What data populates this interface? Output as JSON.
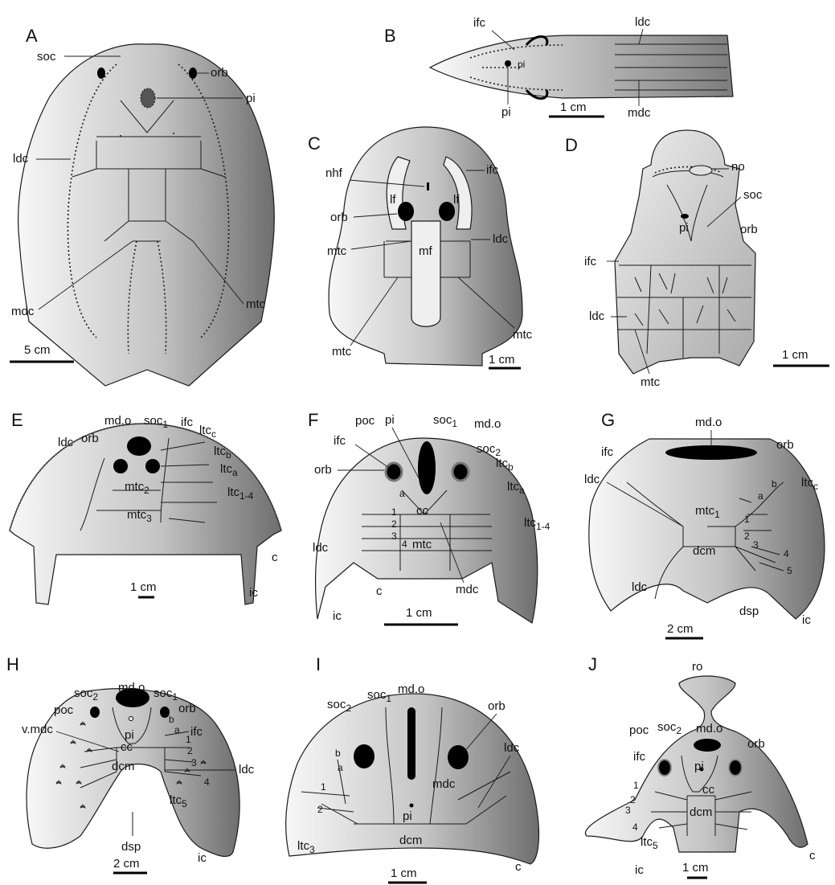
{
  "figure": {
    "panels": {
      "A": {
        "label": "A",
        "labels": {
          "soc": "soc",
          "orb": "orb",
          "pi": "pi",
          "ldc": "ldc",
          "mdc": "mdc",
          "mtc": "mtc"
        },
        "scale": "5 cm"
      },
      "B": {
        "label": "B",
        "labels": {
          "ifc": "ifc",
          "ldc": "ldc",
          "pi": "pi",
          "pi_small": "pi",
          "mdc": "mdc"
        },
        "scale": "1 cm"
      },
      "C": {
        "label": "C",
        "labels": {
          "nhf": "nhf",
          "ifc": "ifc",
          "lf_left": "lf",
          "lf_right": "lf",
          "orb": "orb",
          "ldc": "ldc",
          "mtc_a": "mtc",
          "mf": "mf",
          "mtc_b": "mtc",
          "mtc_c": "mtc"
        },
        "scale": "1 cm"
      },
      "D": {
        "label": "D",
        "labels": {
          "no": "no",
          "soc": "soc",
          "pi": "pi",
          "orb": "orb",
          "ifc": "ifc",
          "ldc": "ldc",
          "mtc": "mtc"
        },
        "scale": "1 cm"
      },
      "E": {
        "label": "E",
        "labels": {
          "mdo": "md.o",
          "soc": "soc",
          "soc_sub": "1",
          "ifc": "ifc",
          "ltc_c": "ltc",
          "ltc_c_sub": "c",
          "ldc": "ldc",
          "orb": "orb",
          "ltc_b": "ltc",
          "ltc_b_sub": "b",
          "ltc_a": "ltc",
          "ltc_a_sub": "a",
          "mtc2": "mtc",
          "mtc2_sub": "2",
          "ltc14": "ltc",
          "ltc14_sub": "1-4",
          "mtc3": "mtc",
          "mtc3_sub": "3",
          "c": "c",
          "ic": "ic"
        },
        "scale": "1 cm"
      },
      "F": {
        "label": "F",
        "labels": {
          "poc": "poc",
          "pi": "pi",
          "soc1": "soc",
          "soc1_sub": "1",
          "mdo": "md.o",
          "ifc": "ifc",
          "soc2": "soc",
          "soc2_sub": "2",
          "orb": "orb",
          "ltc_b": "ltc",
          "ltc_b_sub": "b",
          "ltc_a": "ltc",
          "ltc_a_sub": "a",
          "a": "a",
          "cc": "cc",
          "n1": "1",
          "n2": "2",
          "n3": "3",
          "n4": "4",
          "ltc14": "ltc",
          "ltc14_sub": "1-4",
          "ldc": "ldc",
          "mtc": "mtc",
          "mdc": "mdc",
          "c": "c",
          "ic": "ic"
        },
        "scale": "1 cm"
      },
      "G": {
        "label": "G",
        "labels": {
          "mdo": "md.o",
          "orb": "orb",
          "ifc": "ifc",
          "ltc_c": "ltc",
          "ltc_c_sub": "c",
          "b": "b",
          "a": "a",
          "ldc": "ldc",
          "mtc1": "mtc",
          "mtc1_sub": "1",
          "n1": "1",
          "n2": "2",
          "n3": "3",
          "dcm": "dcm",
          "n4": "4",
          "n5": "5",
          "ldc2": "ldc",
          "dsp": "dsp",
          "ic": "ic"
        },
        "scale": "2 cm"
      },
      "H": {
        "label": "H",
        "labels": {
          "mdo": "md.o",
          "soc2": "soc",
          "soc2_sub": "2",
          "soc1": "soc",
          "soc1_sub": "1",
          "poc": "poc",
          "orb": "orb",
          "b": "b",
          "a": "a",
          "vmdc": "v.mdc",
          "pi": "pi",
          "ifc": "ifc",
          "cc": "cc",
          "n1": "1",
          "n2": "2",
          "dcm": "dcm",
          "n3": "3",
          "ldc": "ldc",
          "n4": "4",
          "ltc5": "ltc",
          "ltc5_sub": "5",
          "dsp": "dsp",
          "ic": "ic"
        },
        "scale": "2 cm"
      },
      "I": {
        "label": "I",
        "labels": {
          "soc1": "soc",
          "soc1_sub": "1",
          "mdo": "md.o",
          "soc2": "soc",
          "soc2_sub": "2",
          "orb": "orb",
          "ldc": "ldc",
          "b": "b",
          "a": "a",
          "n1": "1",
          "mdc": "mdc",
          "pi": "pi",
          "n2": "2",
          "dcm": "dcm",
          "ltc3": "ltc",
          "ltc3_sub": "3",
          "c": "c"
        },
        "scale": "1 cm"
      },
      "J": {
        "label": "J",
        "labels": {
          "ro": "ro",
          "poc": "poc",
          "soc2": "soc",
          "soc2_sub": "2",
          "mdo": "md.o",
          "ifc": "ifc",
          "orb": "orb",
          "pi": "pi",
          "cc": "cc",
          "n1": "1",
          "n2": "2",
          "n3": "3",
          "dcm": "dcm",
          "n4": "4",
          "ltc5": "ltc",
          "ltc5_sub": "5",
          "ic": "ic",
          "c": "c"
        },
        "scale": "1 cm"
      }
    }
  }
}
